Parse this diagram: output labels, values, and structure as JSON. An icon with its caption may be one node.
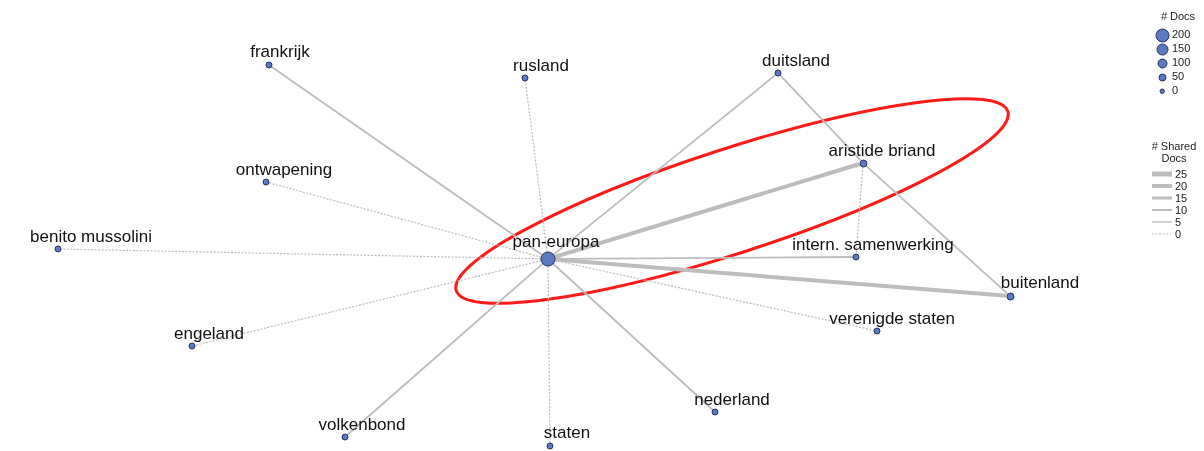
{
  "diagram": {
    "nodes": [
      {
        "text": [
          "frankrijk"
        ]
      },
      {
        "text": [
          "rusland"
        ]
      },
      {
        "text": [
          "duitsland"
        ]
      },
      {
        "text": [
          "ontwapening"
        ]
      },
      {
        "text": [
          "aristide briand"
        ]
      },
      {
        "text": [
          "benito mussolini"
        ]
      },
      {
        "text": [
          "pan-europa"
        ]
      },
      {
        "text": [
          "intern. samenwerking"
        ]
      },
      {
        "text": [
          "buitenland"
        ]
      },
      {
        "text": [
          "engeland"
        ]
      },
      {
        "text": [
          "verenigde staten"
        ]
      },
      {
        "text": [
          "nederland"
        ]
      },
      {
        "text": [
          "volkenbond"
        ]
      },
      {
        "text": [
          "staten"
        ]
      }
    ],
    "edges": [
      {
        "from": 6,
        "to": 0,
        "arrow": "none"
      },
      {
        "from": 6,
        "to": 1,
        "arrow": "none",
        "style": "dashed"
      },
      {
        "from": 6,
        "to": 2,
        "arrow": "none"
      },
      {
        "from": 6,
        "to": 3,
        "arrow": "none",
        "style": "dashed"
      },
      {
        "from": 6,
        "to": 4,
        "arrow": "none",
        "style": "thick"
      },
      {
        "from": 6,
        "to": 5,
        "arrow": "none",
        "style": "dashed"
      },
      {
        "from": 6,
        "to": 7,
        "arrow": "none"
      },
      {
        "from": 6,
        "to": 8,
        "arrow": "none",
        "style": "thick"
      },
      {
        "from": 6,
        "to": 9,
        "arrow": "none",
        "style": "dashed"
      },
      {
        "from": 6,
        "to": 10,
        "arrow": "none",
        "style": "dashed"
      },
      {
        "from": 6,
        "to": 11,
        "arrow": "none"
      },
      {
        "from": 6,
        "to": 12,
        "arrow": "none"
      },
      {
        "from": 6,
        "to": 13,
        "arrow": "none",
        "style": "dashed"
      },
      {
        "from": 2,
        "to": 4,
        "arrow": "none"
      },
      {
        "from": 4,
        "to": 8,
        "arrow": "none"
      },
      {
        "from": 4,
        "to": 7,
        "arrow": "none",
        "style": "dashed"
      }
    ],
    "labels": [
      "# Docs",
      "# Shared Docs"
    ],
    "legend": [
      {
        "text": "200"
      },
      {
        "text": "150"
      },
      {
        "text": "100"
      },
      {
        "text": "50"
      },
      {
        "text": "0"
      },
      {
        "text": "25"
      },
      {
        "text": "20"
      },
      {
        "text": "15"
      },
      {
        "text": "10"
      },
      {
        "text": "5"
      },
      {
        "text": "0"
      }
    ]
  }
}
